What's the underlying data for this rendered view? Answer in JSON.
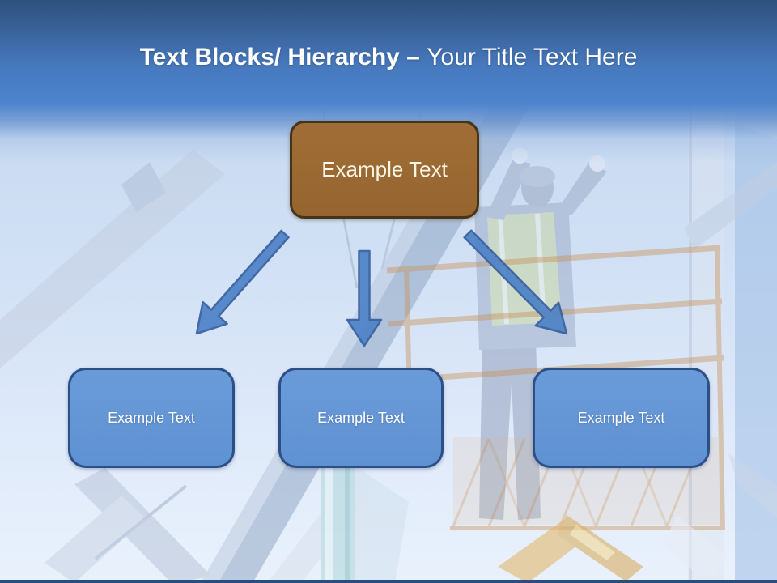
{
  "slide": {
    "header": {
      "title_bold": "Text Blocks/ Hierarchy –",
      "title_regular": "Your Title Text Here",
      "text_color": "#ffffff",
      "gradient_top": "#2e517d",
      "gradient_bottom": "#4e84cc"
    },
    "diagram": {
      "root": {
        "label": "Example Text",
        "fill": "#9a6833",
        "border": "#46341a",
        "text_color": "#fdf6e7"
      },
      "children": [
        {
          "label": "Example Text"
        },
        {
          "label": "Example Text"
        },
        {
          "label": "Example Text"
        }
      ],
      "child_style": {
        "fill": "#6496d6",
        "border": "#2b4f86",
        "text_color": "#ffffff"
      },
      "arrow_style": {
        "fill": "#4e82c6",
        "border": "#365f9e"
      }
    },
    "background": {
      "photo_alt": "Worker in safety vest on an aerial lift basket among crane beams, washed-out blue sky",
      "footer_bar_color": "#2a4d80"
    }
  }
}
